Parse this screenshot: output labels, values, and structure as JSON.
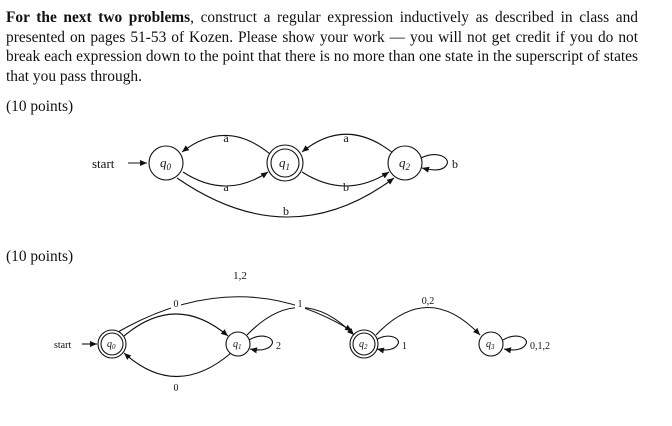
{
  "intro": {
    "bold": "For the next two problems",
    "text": ", construct a regular expression inductively as described in class and presented on pages 51-53 of Kozen. Please show your work — you will not get credit if you do not break each expression down to the point that there is no more than one state in the superscript of states that you pass through."
  },
  "problem1": {
    "points": "(10 points)",
    "start": "start",
    "states": [
      {
        "base": "q",
        "sub": "0"
      },
      {
        "base": "q",
        "sub": "1"
      },
      {
        "base": "q",
        "sub": "2"
      }
    ],
    "labels": {
      "q1_to_q0": "a",
      "q0_to_q1": "a",
      "q2_to_q1": "a",
      "q1_to_q2": "b",
      "q0_to_q2": "b",
      "q2_loop": "b"
    }
  },
  "problem2": {
    "points": "(10 points)",
    "start": "start",
    "states": [
      {
        "base": "q",
        "sub": "0"
      },
      {
        "base": "q",
        "sub": "1"
      },
      {
        "base": "q",
        "sub": "2"
      },
      {
        "base": "q",
        "sub": "3"
      }
    ],
    "labels": {
      "q0_to_q2": "1,2",
      "q0_to_q1": "0",
      "q1_to_q2": "1",
      "q1_to_q0": "0",
      "q1_loop": "2",
      "q2_loop": "1",
      "q2_to_q3": "0,2",
      "q3_loop": "0,1,2"
    }
  }
}
